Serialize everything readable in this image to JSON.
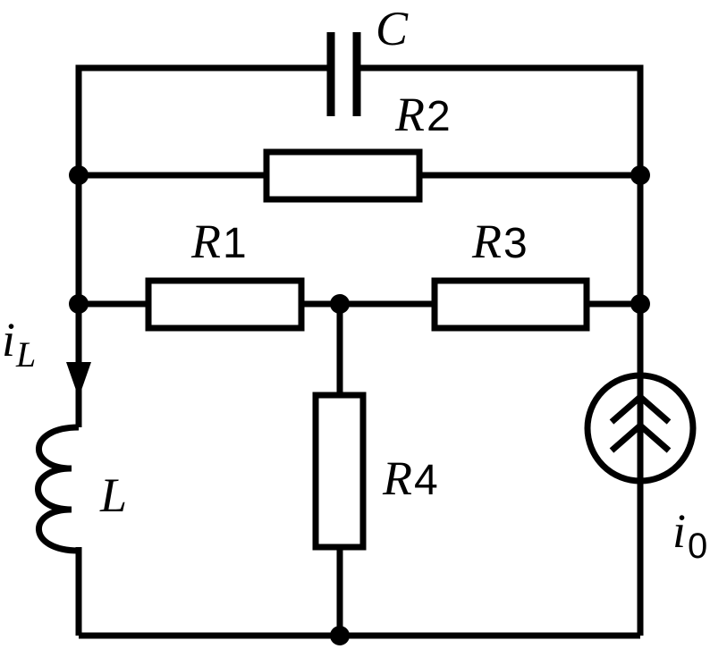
{
  "labels": {
    "capacitor": "C",
    "r1": {
      "main": "R",
      "sub": "1"
    },
    "r2": {
      "main": "R",
      "sub": "2"
    },
    "r3": {
      "main": "R",
      "sub": "3"
    },
    "r4": {
      "main": "R",
      "sub": "4"
    },
    "inductor": "L",
    "inductor_current": {
      "main": "i",
      "sub": "L"
    },
    "source_current": {
      "main": "i",
      "sub": "0"
    }
  }
}
